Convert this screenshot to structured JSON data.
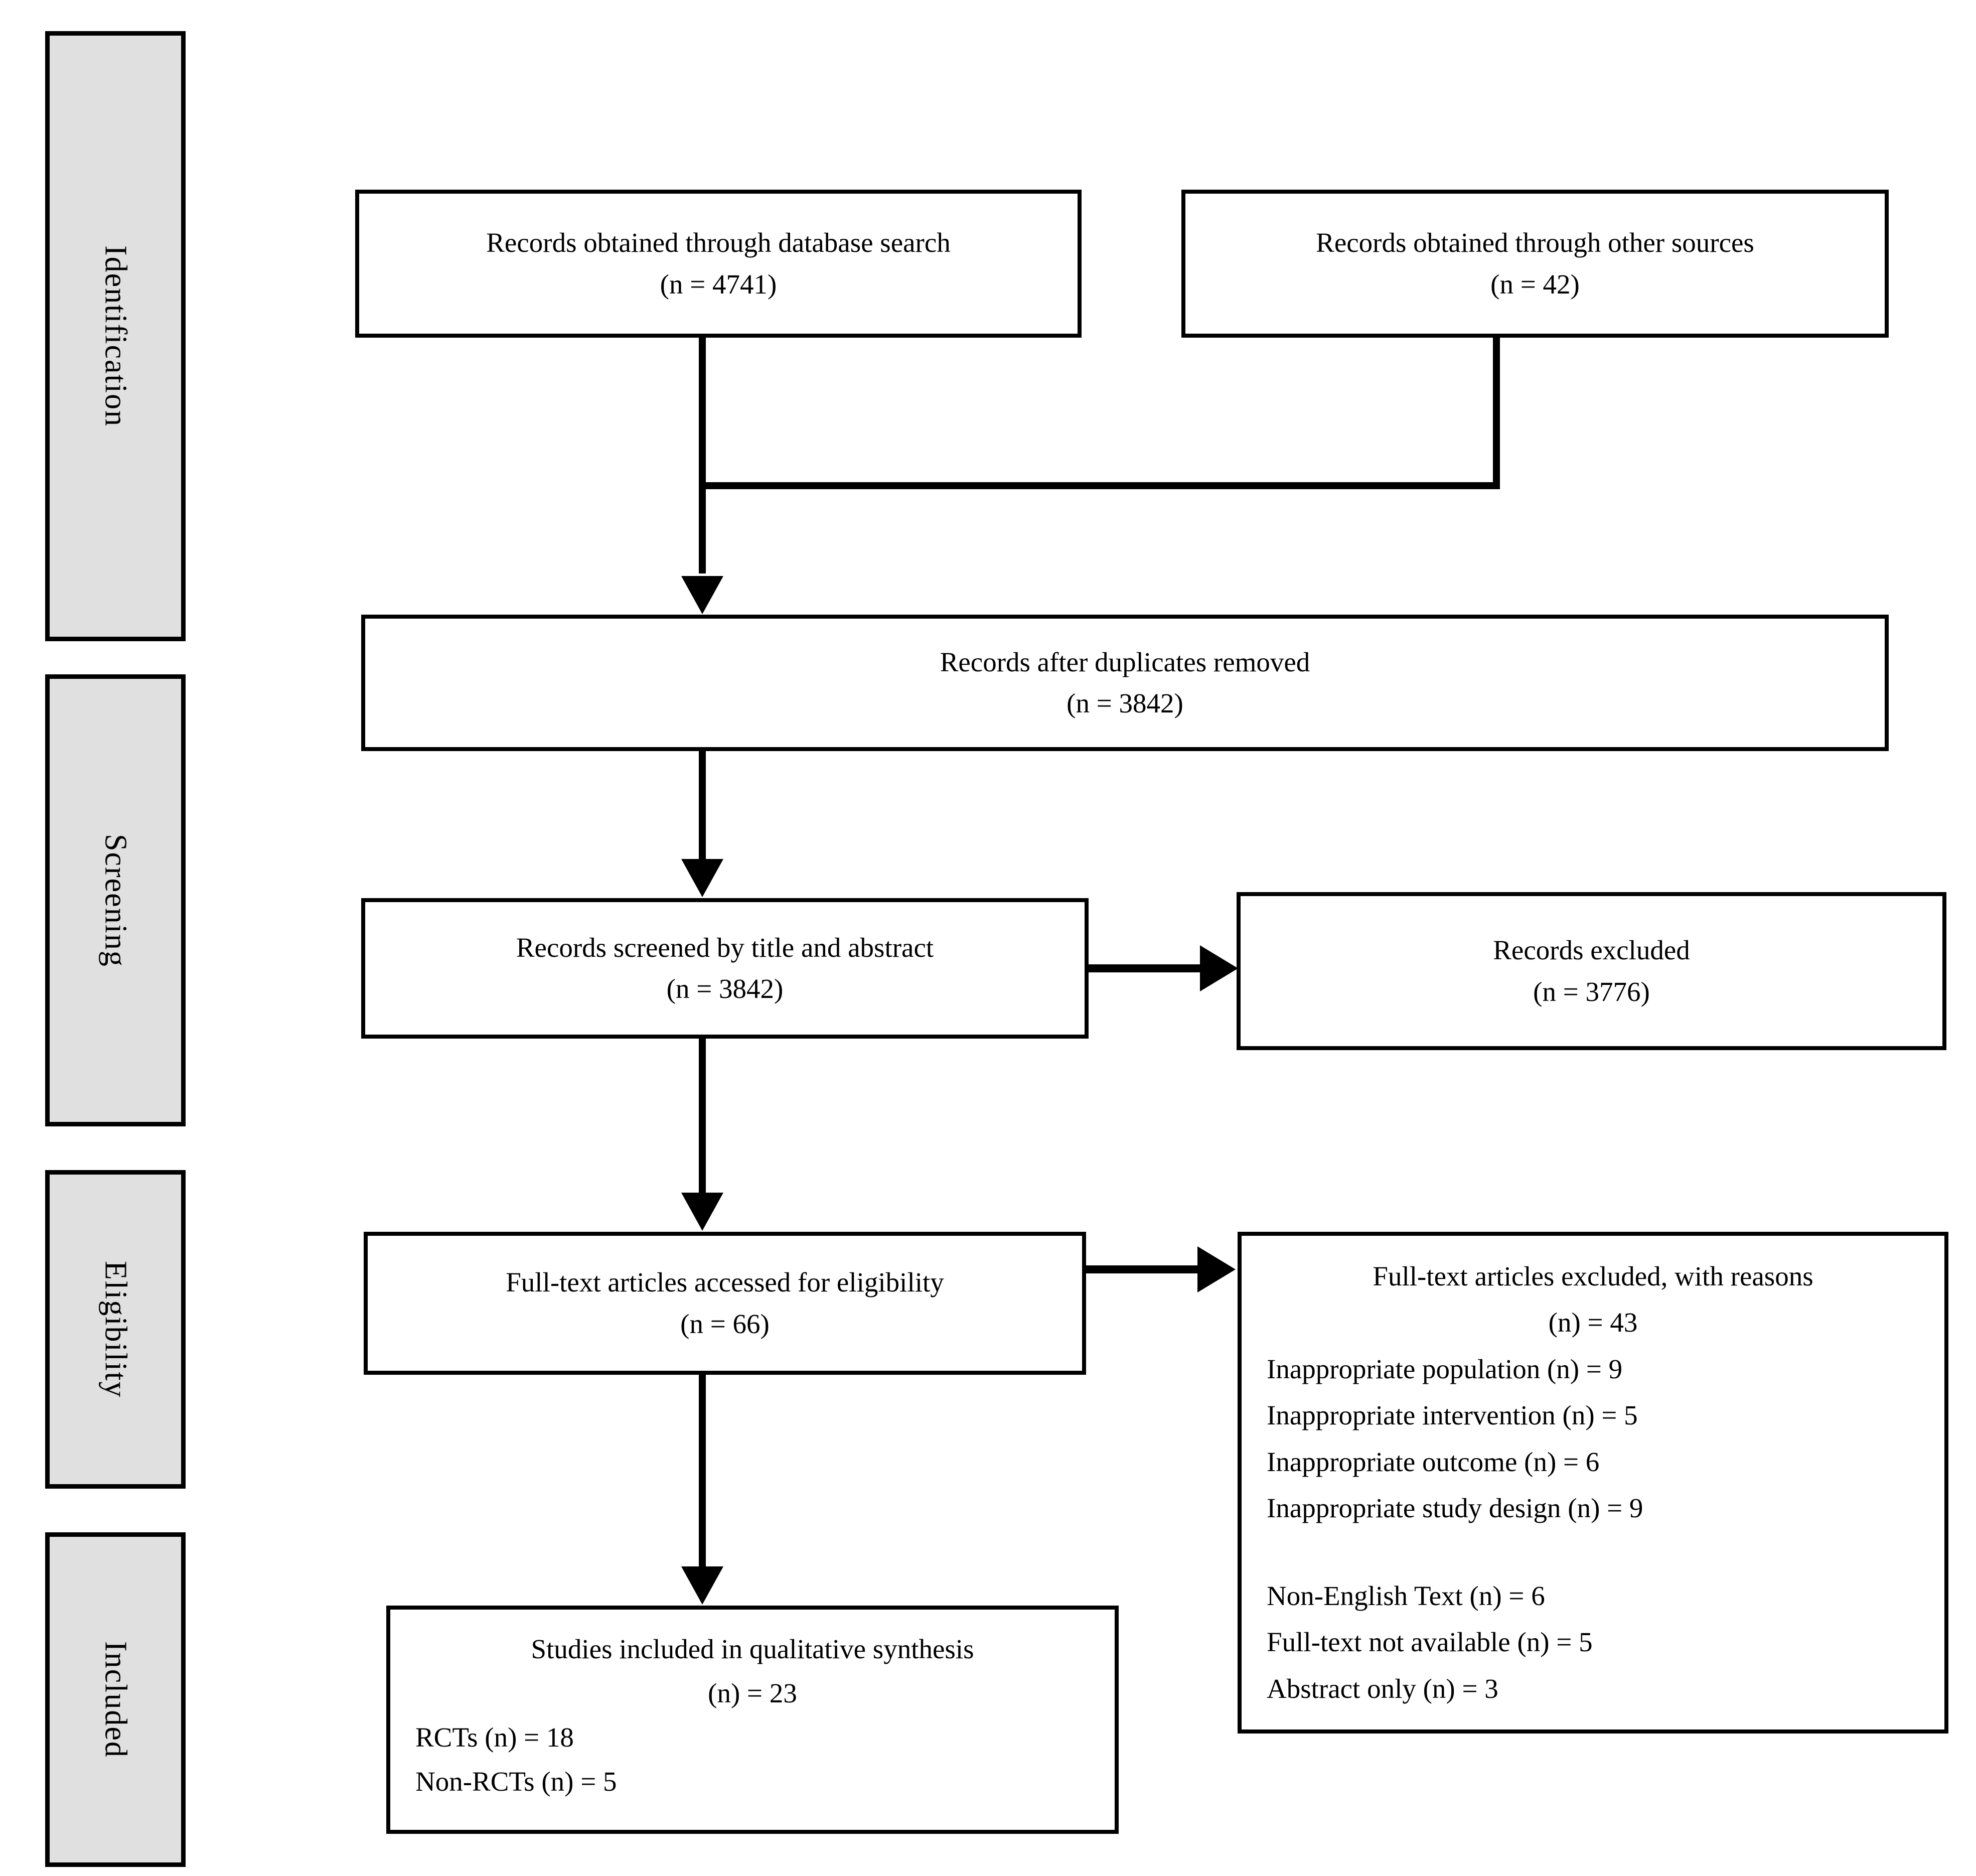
{
  "diagram": {
    "stages": [
      {
        "label": "Identification"
      },
      {
        "label": "Screening"
      },
      {
        "label": "Eligibility"
      },
      {
        "label": "Included"
      }
    ],
    "nodes": {
      "db_search": {
        "line1": "Records obtained through database search",
        "line2": "(n = 4741)"
      },
      "other_sources": {
        "line1": "Records obtained through other sources",
        "line2": "(n = 42)"
      },
      "duplicates_removed": {
        "line1": "Records after duplicates removed",
        "line2": "(n = 3842)"
      },
      "screened": {
        "line1": "Records screened by title and abstract",
        "line2": "(n = 3842)"
      },
      "records_excluded": {
        "line1": "Records excluded",
        "line2": "(n = 3776)"
      },
      "fulltext_accessed": {
        "line1": "Full-text articles accessed for eligibility",
        "line2": "(n = 66)"
      },
      "fulltext_excluded": {
        "title": "Full-text articles excluded, with reasons",
        "count": "(n) = 43",
        "reasons_group1": [
          "Inappropriate population (n) = 9",
          "Inappropriate intervention (n) = 5",
          "Inappropriate outcome (n) = 6",
          "Inappropriate study design (n) = 9"
        ],
        "reasons_group2": [
          "Non-English Text (n) = 6",
          "Full-text not available (n) = 5",
          "Abstract only (n) = 3"
        ]
      },
      "included_studies": {
        "title": "Studies included in qualitative synthesis",
        "count": "(n) = 23",
        "details": [
          "RCTs (n) = 18",
          "Non-RCTs (n) = 5"
        ]
      }
    },
    "colors": {
      "stage_fill": "#e0e0e0",
      "box_border": "#000000",
      "background": "#ffffff",
      "text": "#000000"
    }
  }
}
